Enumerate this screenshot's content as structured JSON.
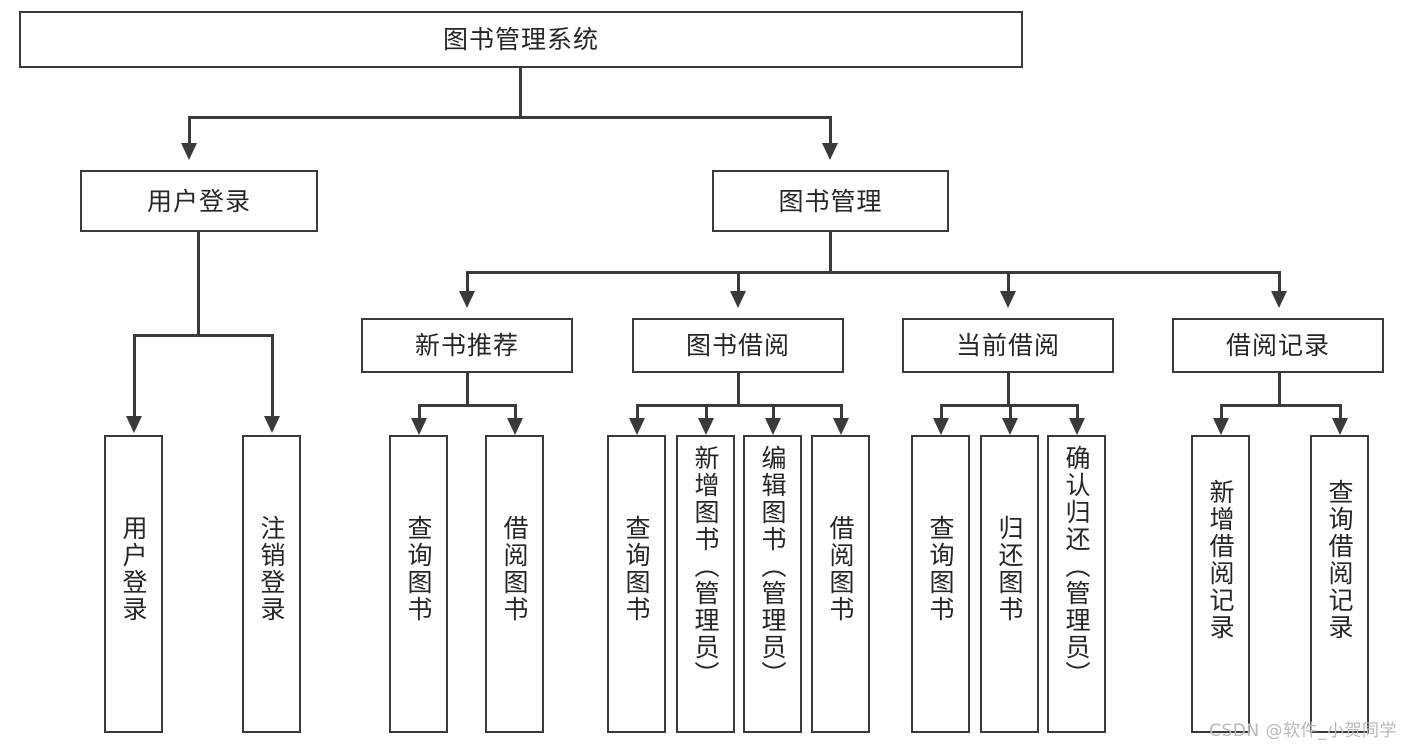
{
  "diagram": {
    "title": "图书管理系统",
    "type": "tree-hierarchy-chart",
    "stroke_color": "#3a3a3a",
    "background_color": "#ffffff",
    "root": {
      "label": "图书管理系统"
    },
    "level2": [
      {
        "label": "用户登录"
      },
      {
        "label": "图书管理"
      }
    ],
    "level3": [
      {
        "label": "新书推荐"
      },
      {
        "label": "图书借阅"
      },
      {
        "label": "当前借阅"
      },
      {
        "label": "借阅记录"
      }
    ],
    "leaves": {
      "user_login": [
        {
          "label": "用户登录"
        },
        {
          "label": "注销登录"
        }
      ],
      "new_book_recommend": [
        {
          "label": "查询图书"
        },
        {
          "label": "借阅图书"
        }
      ],
      "book_borrow": [
        {
          "label": "查询图书"
        },
        {
          "label": "新增图书（管理员）"
        },
        {
          "label": "编辑图书（管理员）"
        },
        {
          "label": "借阅图书"
        }
      ],
      "current_borrow": [
        {
          "label": "查询图书"
        },
        {
          "label": "归还图书"
        },
        {
          "label": "确认归还（管理员）"
        }
      ],
      "borrow_record": [
        {
          "label": "新增借阅记录"
        },
        {
          "label": "查询借阅记录"
        }
      ]
    }
  },
  "watermark": {
    "text": "CSDN @软件_小贺同学"
  }
}
